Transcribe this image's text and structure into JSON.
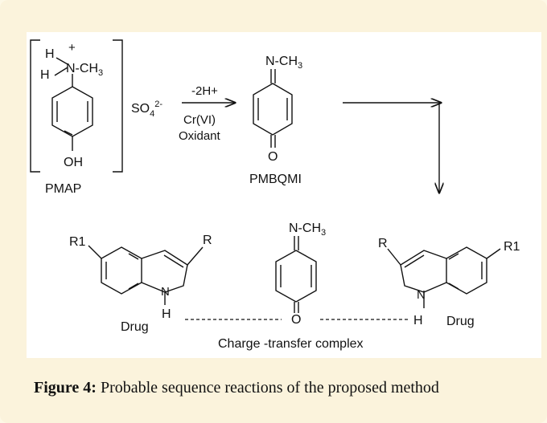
{
  "reagent": {
    "atom_h_top": "H",
    "atom_h_left": "H",
    "charge": "+",
    "n_methyl": "N-CH",
    "sub3": "3",
    "oh": "OH",
    "name": "PMAP"
  },
  "sulfate": {
    "base": "SO",
    "sub": "4",
    "sup": "2-"
  },
  "conditions": {
    "line1": "-2H+",
    "line2": "Cr(VI)",
    "line3": "Oxidant"
  },
  "pmbqmi": {
    "n_methyl": "N-CH",
    "sub3": "3",
    "oxygen": "O",
    "name": "PMBQMI"
  },
  "drug_left": {
    "r1": "R1",
    "r": "R",
    "n": "N",
    "h": "H",
    "name": "Drug"
  },
  "drug_right": {
    "r1": "R1",
    "r": "R",
    "n": "N",
    "h": "H",
    "name": "Drug"
  },
  "complex": {
    "n_methyl": "N-CH",
    "sub3": "3",
    "oxygen": "O",
    "label": "Charge -transfer complex"
  },
  "caption": {
    "label": "Figure 4:",
    "text": " Probable sequence reactions of the proposed method"
  }
}
